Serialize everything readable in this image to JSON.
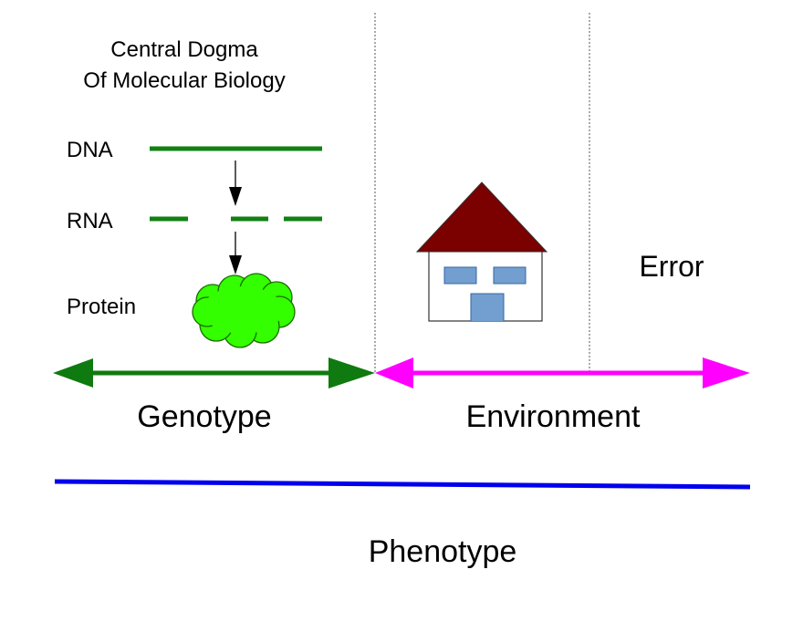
{
  "central_dogma": {
    "title_line1": "Central Dogma",
    "title_line2": "Of Molecular Biology",
    "dna_label": "DNA",
    "rna_label": "RNA",
    "protein_label": "Protein"
  },
  "genotype_label": "Genotype",
  "environment_label": "Environment",
  "error_label": "Error",
  "phenotype_label": "Phenotype",
  "colors": {
    "dna_green": "#138013",
    "genotype_green": "#0f7a0f",
    "protein_green": "#33ff00",
    "environment_magenta": "#ff00ff",
    "phenotype_blue": "#0000ee",
    "roof": "#7b0000",
    "house_window": "#729fcf"
  }
}
